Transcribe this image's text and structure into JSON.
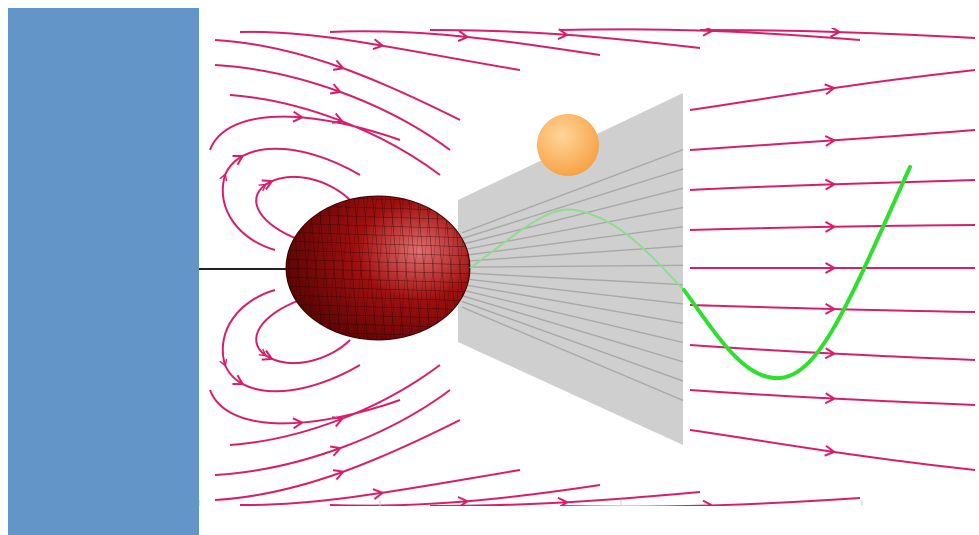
{
  "figure": {
    "elements": [
      "wall",
      "tether",
      "ellipsoid-body",
      "light-cone",
      "sun-sphere",
      "streamlines",
      "trajectory-curve"
    ]
  },
  "colors": {
    "background": "#ffffff",
    "wall": "#6495c9",
    "streamline": "#d81e6a",
    "ellipsoid_dark": "#5a0505",
    "ellipsoid_mid": "#a01010",
    "ellipsoid_light": "#e07070",
    "cone_fill": "#cfcfcf",
    "cone_line": "#a8a8a8",
    "sun": "#f7a040",
    "trajectory": "#2ee02e",
    "tether": "#222222"
  },
  "counts": {
    "streamlines_shown": 30,
    "cone_rays_shown": 14,
    "tick_marks_shown": 5
  }
}
